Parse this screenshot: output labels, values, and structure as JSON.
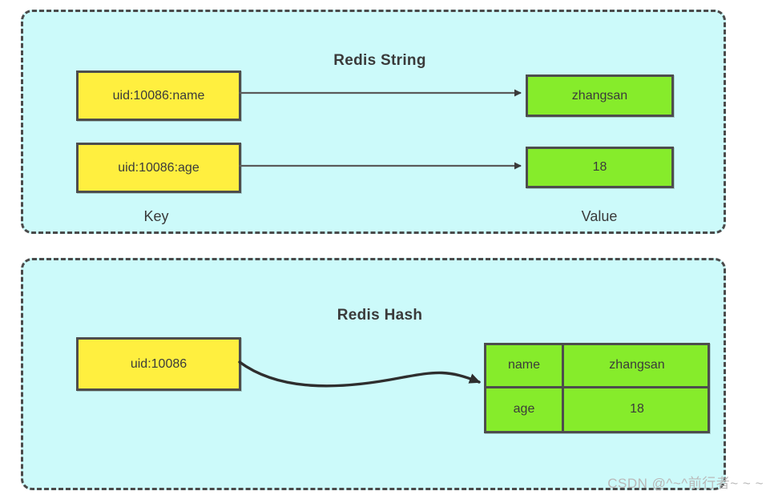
{
  "diagram": {
    "background_color": "#ffffff",
    "panel_fill": "#ccfafa",
    "panel_border_color": "#4a4a4a",
    "key_color": "#ffef3f",
    "value_color": "#86ec2b",
    "text_color": "#3b3b3b"
  },
  "panels": [
    {
      "id": "redis-string",
      "title": "Redis String",
      "column_labels": {
        "left": "Key",
        "right": "Value"
      },
      "rows": [
        {
          "key": "uid:10086:name",
          "value": "zhangsan"
        },
        {
          "key": "uid:10086:age",
          "value": "18"
        }
      ]
    },
    {
      "id": "redis-hash",
      "title": "Redis Hash",
      "key": "uid:10086",
      "table": {
        "rows": [
          {
            "field": "name",
            "value": "zhangsan"
          },
          {
            "field": "age",
            "value": "18"
          }
        ]
      }
    }
  ],
  "watermark": "CSDN @^~^前行者~ ~ ~"
}
